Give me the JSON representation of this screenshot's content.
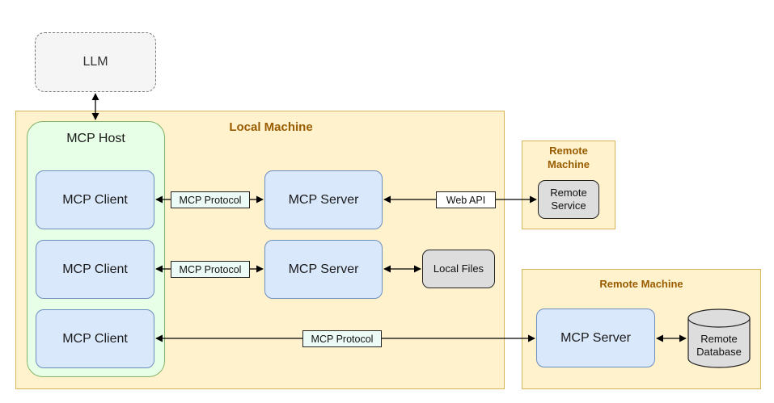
{
  "llm": {
    "label": "LLM"
  },
  "local_machine": {
    "title": "Local Machine",
    "host": {
      "title": "MCP Host",
      "clients": [
        "MCP Client",
        "MCP Client",
        "MCP Client"
      ]
    },
    "servers": [
      "MCP Server",
      "MCP Server"
    ],
    "local_files": "Local Files"
  },
  "remote_machine_top": {
    "title_line1": "Remote",
    "title_line2": "Machine",
    "service_line1": "Remote",
    "service_line2": "Service"
  },
  "remote_machine_bottom": {
    "title": "Remote Machine",
    "server": "MCP Server",
    "database_line1": "Remote",
    "database_line2": "Database"
  },
  "connection_labels": {
    "protocol_1": "MCP Protocol",
    "protocol_2": "MCP Protocol",
    "protocol_3": "MCP Protocol",
    "web_api": "Web API"
  },
  "colors": {
    "region_fill": "#fff2cc",
    "region_border": "#d6b656",
    "region_title": "#995c00",
    "host_fill": "#e6ffe6",
    "host_border": "#82b366",
    "component_fill": "#dae8fc",
    "component_border": "#6c8ebf",
    "resource_fill": "#dddddd",
    "protocol_label_fill": "#ecfbf6"
  }
}
